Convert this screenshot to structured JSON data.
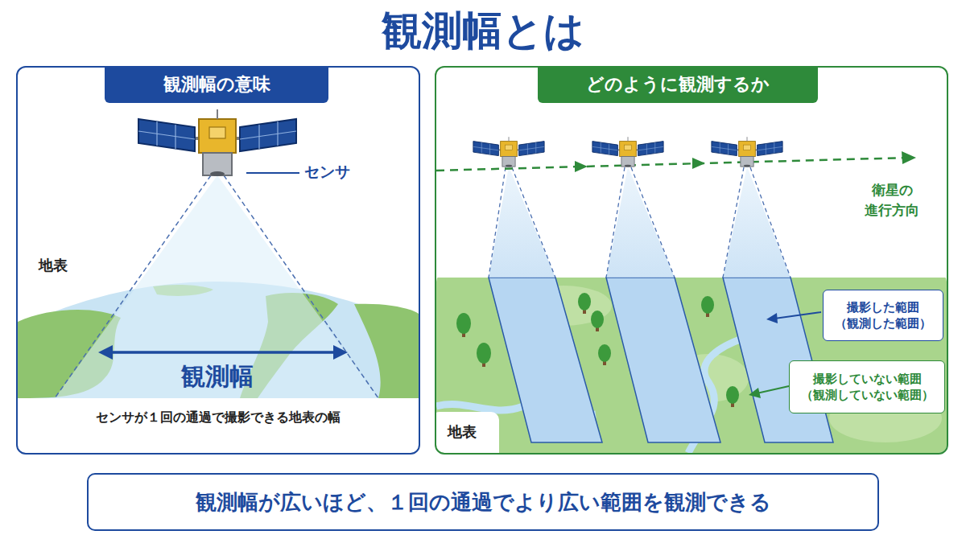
{
  "diagram": {
    "title": "観測幅とは",
    "nodes": [
      {
        "text": [
          "観測幅の意味"
        ]
      },
      {
        "text": [
          "どのように観測するか"
        ]
      },
      {
        "text": [
          "撮影した範囲 （観測した範囲）"
        ],
        "in": 1
      },
      {
        "text": [
          "撮影していない範囲 （観測していない範囲）"
        ],
        "in": 1
      },
      {
        "text": [
          "観測幅が広いほど、１回の通過でより広い範囲を観測できる"
        ]
      }
    ],
    "labels": [
      "センサ",
      "地表",
      "観測幅",
      "センサが１回の通過で撮影できる地表の幅",
      "衛星の 進行方向",
      "地表"
    ]
  }
}
